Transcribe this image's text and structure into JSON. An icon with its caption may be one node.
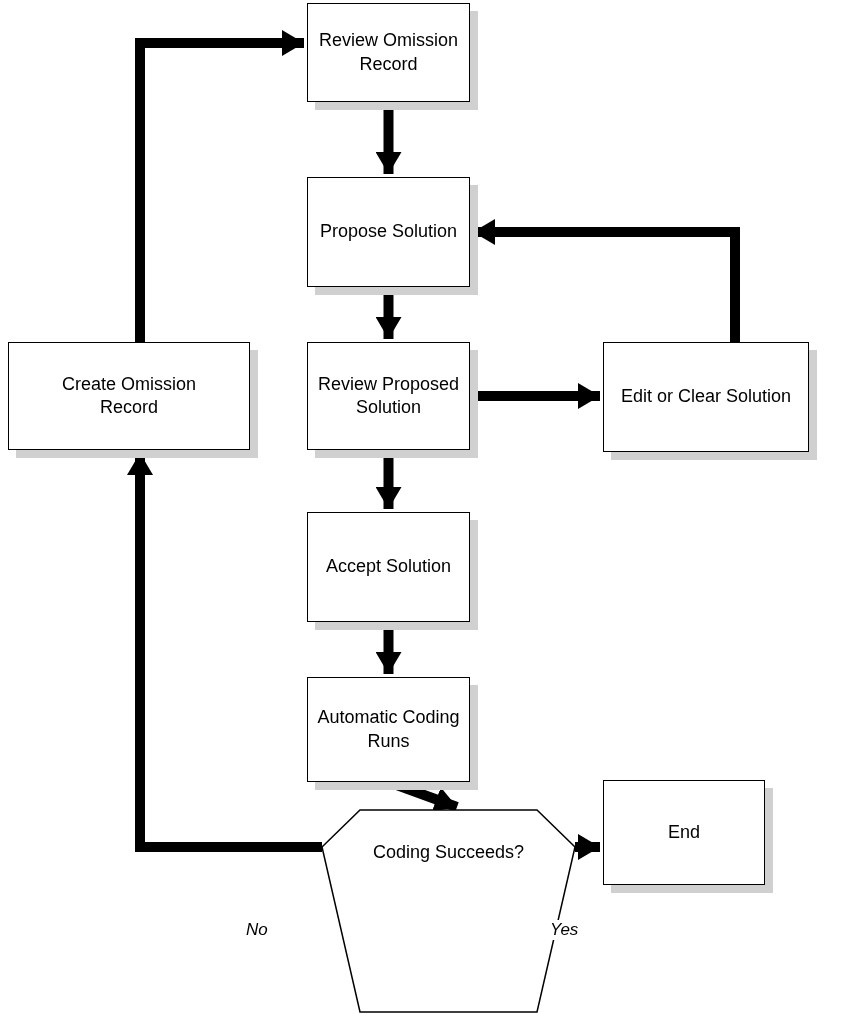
{
  "diagram": {
    "nodes": [
      {
        "text": [
          "Review Omission Record"
        ]
      },
      {
        "text": [
          "Propose Solution"
        ]
      },
      {
        "text": [
          "Review Proposed Solution"
        ]
      },
      {
        "text": [
          "Edit or Clear Solution"
        ]
      },
      {
        "text": [
          "Accept Solution"
        ]
      },
      {
        "text": [
          "Automatic Coding Runs"
        ]
      },
      {
        "text": [
          "Coding Succeeds?"
        ]
      },
      {
        "text": [
          "End"
        ]
      },
      {
        "text": [
          "Create Omission Record"
        ]
      }
    ],
    "edges": [
      {
        "from": 0,
        "to": 1,
        "arrow": "to"
      },
      {
        "from": 1,
        "to": 2,
        "arrow": "to"
      },
      {
        "from": 2,
        "to": 3,
        "arrow": "to"
      },
      {
        "from": 3,
        "to": 1,
        "arrow": "to"
      },
      {
        "from": 2,
        "to": 4,
        "arrow": "to"
      },
      {
        "from": 4,
        "to": 5,
        "arrow": "to"
      },
      {
        "from": 5,
        "to": 6,
        "arrow": "to"
      },
      {
        "from": 6,
        "to": 7,
        "arrow": "to",
        "label": "Yes"
      },
      {
        "from": 6,
        "to": 8,
        "arrow": "to",
        "label": "No"
      },
      {
        "from": 8,
        "to": 0,
        "arrow": "to"
      }
    ]
  }
}
